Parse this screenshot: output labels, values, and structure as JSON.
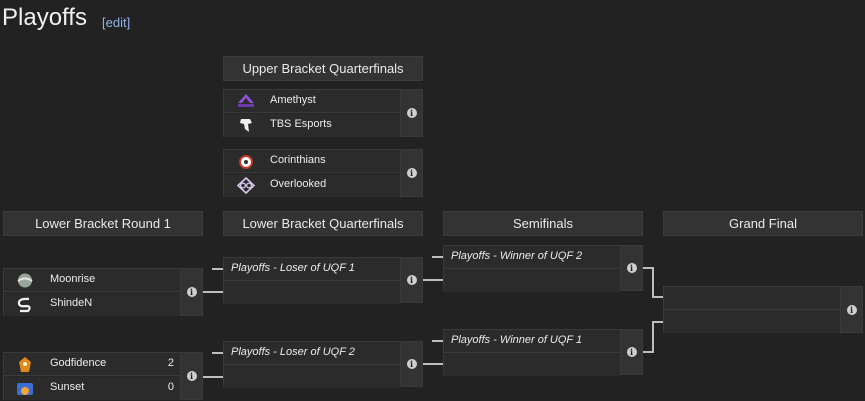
{
  "page": {
    "title": "Playoffs",
    "edit_label": "[edit]"
  },
  "rounds": {
    "ubqf": "Upper Bracket Quarterfinals",
    "lbr1": "Lower Bracket Round 1",
    "lbqf": "Lower Bracket Quarterfinals",
    "semis": "Semifinals",
    "grand_final": "Grand Final"
  },
  "matches": {
    "ubqf1": {
      "team1": "Amethyst",
      "team2": "TBS Esports"
    },
    "ubqf2": {
      "team1": "Corinthians",
      "team2": "Overlooked"
    },
    "lbr1_1": {
      "team1": "Moonrise",
      "team2": "ShindeN"
    },
    "lbr1_2": {
      "team1": "Godfidence",
      "team1_score": "2",
      "team2": "Sunset",
      "team2_score": "0"
    },
    "lbqf1": {
      "team1": "Playoffs - Loser of UQF 1",
      "team2": ""
    },
    "lbqf2": {
      "team1": "Playoffs - Loser of UQF 2",
      "team2": ""
    },
    "sf1": {
      "team1": "Playoffs - Winner of UQF 2",
      "team2": ""
    },
    "sf2": {
      "team1": "Playoffs - Winner of UQF 1",
      "team2": ""
    },
    "gf": {
      "team1": "",
      "team2": ""
    }
  },
  "icons": {
    "info": "info-icon",
    "amethyst": "amethyst-logo-icon",
    "tbs": "tbs-esports-logo-icon",
    "corinthians": "corinthians-logo-icon",
    "overlooked": "overlooked-logo-icon",
    "moonrise": "moonrise-logo-icon",
    "shinden": "shinden-logo-icon",
    "godfidence": "godfidence-logo-icon",
    "sunset": "sunset-logo-icon"
  },
  "colors": {
    "background": "#222222",
    "header_bg": "#333333",
    "link": "#8fb3e6",
    "connector": "#bdbdbd"
  }
}
